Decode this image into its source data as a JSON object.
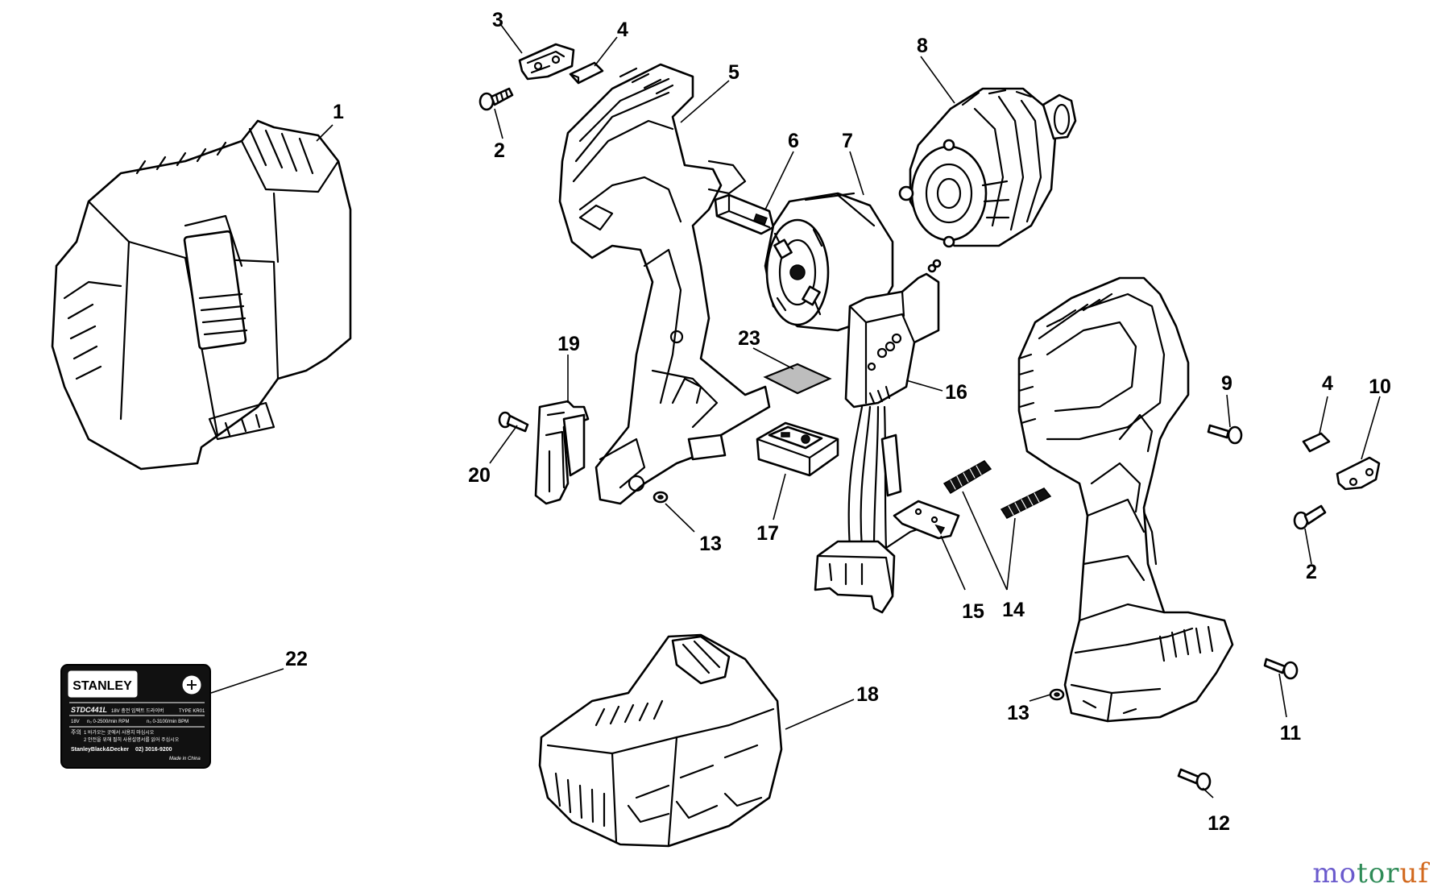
{
  "callouts": {
    "c1": "1",
    "c2a": "2",
    "c2b": "2",
    "c3": "3",
    "c4a": "4",
    "c4b": "4",
    "c5": "5",
    "c6": "6",
    "c7": "7",
    "c8": "8",
    "c9": "9",
    "c10": "10",
    "c11": "11",
    "c12": "12",
    "c13a": "13",
    "c13b": "13",
    "c14": "14",
    "c15": "15",
    "c16": "16",
    "c17": "17",
    "c18": "18",
    "c19": "19",
    "c20": "20",
    "c22": "22",
    "c23": "23"
  },
  "rating_label": {
    "brand": "STANLEY",
    "model": "STDC441L",
    "model_desc": "18V 충전 임팩트 드라이버",
    "type": "TYPE KR01",
    "spec_voltage": "18V",
    "spec_speed1": "n₀ 0-2500/min RPM",
    "spec_speed2": "n₀ 0-3100/min BPM",
    "note_heading": "주의",
    "note_line1": "1 바가오는 곳에서 사용치 마십시오",
    "note_line2": "2 안전을 위해 필히 사용설명서를 읽어 주십시오",
    "company": "StanleyBlack&Decker",
    "phone": "02) 3016-9200",
    "origin": "Made in China"
  },
  "watermark": {
    "part1": "mo",
    "part2": "tor",
    "part3": "uf"
  },
  "colors": {
    "line": "#000000",
    "background": "#ffffff",
    "label_bg": "#111111"
  }
}
